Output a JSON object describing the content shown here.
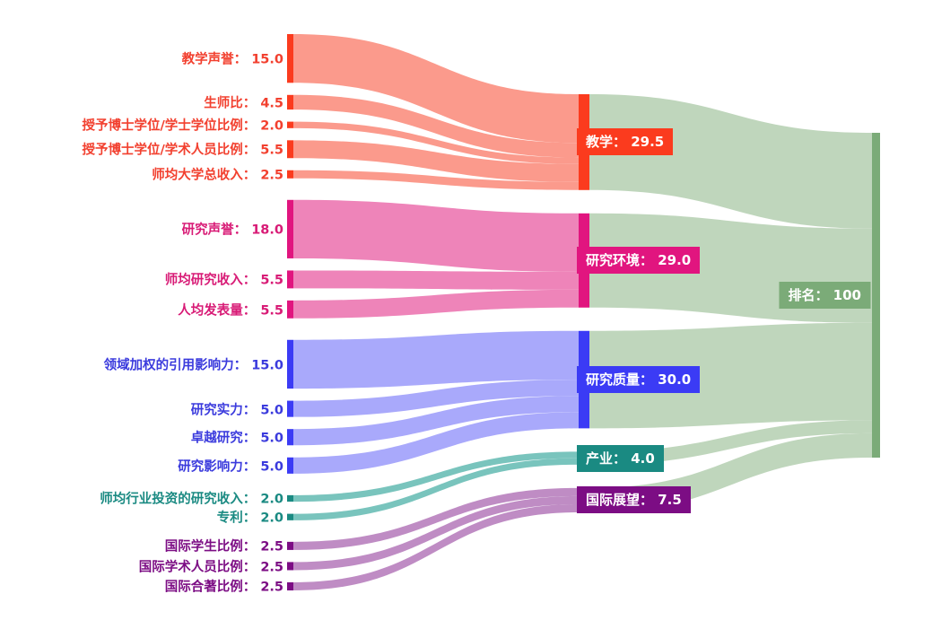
{
  "chart_data": {
    "type": "sankey",
    "title": "",
    "units": "score",
    "total": 100,
    "levels": 3,
    "nodes": [
      {
        "id": "teaching_reputation",
        "label": "教学声誉",
        "value": 15.0,
        "display": "教学声誉：  15.0",
        "level": 0,
        "color": "#fb3b1e",
        "text_color": "#f2402f"
      },
      {
        "id": "student_staff_ratio",
        "label": "生师比",
        "value": 4.5,
        "display": "生师比：  4.5",
        "level": 0,
        "color": "#fb3b1e",
        "text_color": "#f2402f"
      },
      {
        "id": "doctorate_bachelor_ratio",
        "label": "授予博士学位/学士学位比例",
        "value": 2.0,
        "display": "授予博士学位/学士学位比例：  2.0",
        "level": 0,
        "color": "#fb3b1e",
        "text_color": "#f2402f"
      },
      {
        "id": "doctorate_academic_ratio",
        "label": "授予博士学位/学术人员比例",
        "value": 5.5,
        "display": "授予博士学位/学术人员比例：  5.5",
        "level": 0,
        "color": "#fb3b1e",
        "text_color": "#f2402f"
      },
      {
        "id": "institutional_income",
        "label": "师均大学总收入",
        "value": 2.5,
        "display": "师均大学总收入：  2.5",
        "level": 0,
        "color": "#fb3b1e",
        "text_color": "#f2402f"
      },
      {
        "id": "research_reputation",
        "label": "研究声誉",
        "value": 18.0,
        "display": "研究声誉：  18.0",
        "level": 0,
        "color": "#e1157f",
        "text_color": "#d81b76"
      },
      {
        "id": "research_income",
        "label": "师均研究收入",
        "value": 5.5,
        "display": "师均研究收入：  5.5",
        "level": 0,
        "color": "#e1157f",
        "text_color": "#d81b76"
      },
      {
        "id": "publications_per_staff",
        "label": "人均发表量",
        "value": 5.5,
        "display": "人均发表量：  5.5",
        "level": 0,
        "color": "#e1157f",
        "text_color": "#d81b76"
      },
      {
        "id": "field_weighted_citation",
        "label": "领域加权的引用影响力",
        "value": 15.0,
        "display": "领域加权的引用影响力：  15.0",
        "level": 0,
        "color": "#3b3bf5",
        "text_color": "#3b3bdd"
      },
      {
        "id": "research_strength",
        "label": "研究实力",
        "value": 5.0,
        "display": "研究实力：  5.0",
        "level": 0,
        "color": "#3b3bf5",
        "text_color": "#3b3bdd"
      },
      {
        "id": "research_excellence",
        "label": "卓越研究",
        "value": 5.0,
        "display": "卓越研究：  5.0",
        "level": 0,
        "color": "#3b3bf5",
        "text_color": "#3b3bdd"
      },
      {
        "id": "research_influence",
        "label": "研究影响力",
        "value": 5.0,
        "display": "研究影响力：  5.0",
        "level": 0,
        "color": "#3b3bf5",
        "text_color": "#3b3bdd"
      },
      {
        "id": "industry_income",
        "label": "师均行业投资的研究收入",
        "value": 2.0,
        "display": "师均行业投资的研究收入：  2.0",
        "level": 0,
        "color": "#1a8a82",
        "text_color": "#1a8a82"
      },
      {
        "id": "patents",
        "label": "专利",
        "value": 2.0,
        "display": "专利：  2.0",
        "level": 0,
        "color": "#1a8a82",
        "text_color": "#1a8a82"
      },
      {
        "id": "intl_students",
        "label": "国际学生比例",
        "value": 2.5,
        "display": "国际学生比例：  2.5",
        "level": 0,
        "color": "#7c0d84",
        "text_color": "#7c0d84"
      },
      {
        "id": "intl_staff",
        "label": "国际学术人员比例",
        "value": 2.5,
        "display": "国际学术人员比例：  2.5",
        "level": 0,
        "color": "#7c0d84",
        "text_color": "#7c0d84"
      },
      {
        "id": "intl_coauthorship",
        "label": "国际合著比例",
        "value": 2.5,
        "display": "国际合著比例：  2.5",
        "level": 0,
        "color": "#7c0d84",
        "text_color": "#7c0d84"
      },
      {
        "id": "teaching",
        "label": "教学",
        "value": 29.5,
        "display": "教学：  29.5",
        "level": 1,
        "color": "#fb3b1e",
        "text_color": "#ffffff"
      },
      {
        "id": "research_env",
        "label": "研究环境",
        "value": 29.0,
        "display": "研究环境：  29.0",
        "level": 1,
        "color": "#e1157f",
        "text_color": "#ffffff"
      },
      {
        "id": "research_quality",
        "label": "研究质量",
        "value": 30.0,
        "display": "研究质量：  30.0",
        "level": 1,
        "color": "#3b3bf5",
        "text_color": "#ffffff"
      },
      {
        "id": "industry",
        "label": "产业",
        "value": 4.0,
        "display": "产业：  4.0",
        "level": 1,
        "color": "#1a8a82",
        "text_color": "#ffffff"
      },
      {
        "id": "intl_outlook",
        "label": "国际展望",
        "value": 7.5,
        "display": "国际展望：  7.5",
        "level": 1,
        "color": "#7c0d84",
        "text_color": "#ffffff"
      },
      {
        "id": "ranking",
        "label": "排名",
        "value": 100,
        "display": "排名：  100",
        "level": 2,
        "color": "#7bab78",
        "text_color": "#ffffff"
      }
    ],
    "links": [
      {
        "source": "teaching_reputation",
        "target": "teaching",
        "value": 15.0,
        "color": "#fb9a8c"
      },
      {
        "source": "student_staff_ratio",
        "target": "teaching",
        "value": 4.5,
        "color": "#fb9a8c"
      },
      {
        "source": "doctorate_bachelor_ratio",
        "target": "teaching",
        "value": 2.0,
        "color": "#fb9a8c"
      },
      {
        "source": "doctorate_academic_ratio",
        "target": "teaching",
        "value": 5.5,
        "color": "#fb9a8c"
      },
      {
        "source": "institutional_income",
        "target": "teaching",
        "value": 2.5,
        "color": "#fb9a8c"
      },
      {
        "source": "research_reputation",
        "target": "research_env",
        "value": 18.0,
        "color": "#ee84b9"
      },
      {
        "source": "research_income",
        "target": "research_env",
        "value": 5.5,
        "color": "#ee84b9"
      },
      {
        "source": "publications_per_staff",
        "target": "research_env",
        "value": 5.5,
        "color": "#ee84b9"
      },
      {
        "source": "field_weighted_citation",
        "target": "research_quality",
        "value": 15.0,
        "color": "#a9a9fb"
      },
      {
        "source": "research_strength",
        "target": "research_quality",
        "value": 5.0,
        "color": "#a9a9fb"
      },
      {
        "source": "research_excellence",
        "target": "research_quality",
        "value": 5.0,
        "color": "#a9a9fb"
      },
      {
        "source": "research_influence",
        "target": "research_quality",
        "value": 5.0,
        "color": "#a9a9fb"
      },
      {
        "source": "industry_income",
        "target": "industry",
        "value": 2.0,
        "color": "#79c4bd"
      },
      {
        "source": "patents",
        "target": "industry",
        "value": 2.0,
        "color": "#79c4bd"
      },
      {
        "source": "intl_students",
        "target": "intl_outlook",
        "value": 2.5,
        "color": "#bf8cc4"
      },
      {
        "source": "intl_staff",
        "target": "intl_outlook",
        "value": 2.5,
        "color": "#bf8cc4"
      },
      {
        "source": "intl_coauthorship",
        "target": "intl_outlook",
        "value": 2.5,
        "color": "#bf8cc4"
      },
      {
        "source": "teaching",
        "target": "ranking",
        "value": 29.5,
        "color": "#bfd6bc"
      },
      {
        "source": "research_env",
        "target": "ranking",
        "value": 29.0,
        "color": "#bfd6bc"
      },
      {
        "source": "research_quality",
        "target": "ranking",
        "value": 30.0,
        "color": "#bfd6bc"
      },
      {
        "source": "industry",
        "target": "ranking",
        "value": 4.0,
        "color": "#bfd6bc"
      },
      {
        "source": "intl_outlook",
        "target": "ranking",
        "value": 7.5,
        "color": "#bfd6bc"
      }
    ]
  },
  "colors": {
    "teaching": "#fb3b1e",
    "research_env": "#e1157f",
    "research_quality": "#3b3bf5",
    "industry": "#1a8a82",
    "intl_outlook": "#7c0d84",
    "ranking": "#7bab78",
    "background": "#ffffff"
  }
}
